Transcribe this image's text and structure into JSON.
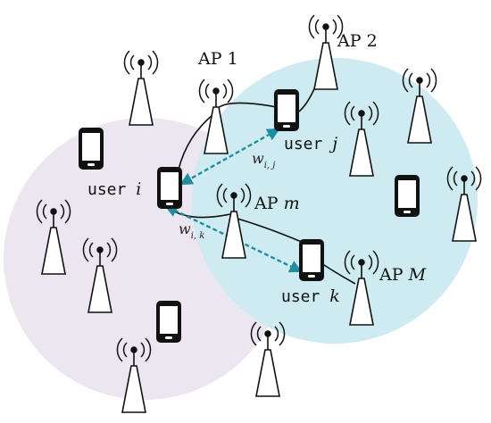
{
  "colors": {
    "left_cell": "#ECE6F0",
    "right_cell": "#CDEBF0",
    "link_dashed": "#1E8FA0",
    "ink": "#111111"
  },
  "labels": {
    "ap1": "AP",
    "ap1_idx": "1",
    "ap2": "AP",
    "ap2_idx": "2",
    "apm": "AP",
    "apm_idx": "m",
    "apM": "AP",
    "apM_idx": "M",
    "user_i": "user",
    "user_i_idx": "i",
    "user_j": "user",
    "user_j_idx": "j",
    "user_k": "user",
    "user_k_idx": "k",
    "w_ij": "w",
    "w_ij_sub": "i, j",
    "w_ik": "w",
    "w_ik_sub": "i, k"
  },
  "icons": {
    "access_point": "antenna-tower-icon",
    "device": "smartphone-icon"
  }
}
